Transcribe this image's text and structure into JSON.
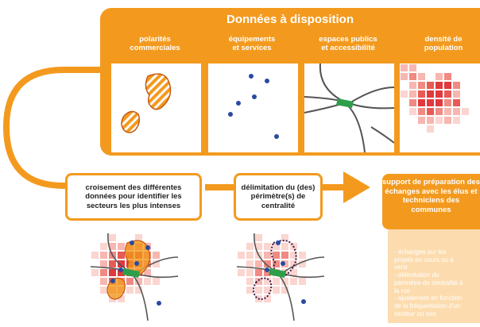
{
  "panel": {
    "title": "Données à disposition",
    "columns": [
      {
        "label_line1": "polarités",
        "label_line2": "commerciales"
      },
      {
        "label_line1": "équipements",
        "label_line2": "et services"
      },
      {
        "label_line1": "espaces publics",
        "label_line2": "et accessibilité"
      },
      {
        "label_line1": "densité de",
        "label_line2": "population"
      }
    ]
  },
  "steps": {
    "crossing": "croisement des différentes données pour identifier les secteurs les plus intenses",
    "delimitation": "délimitation du (des) périmètre(s) de centralité",
    "support": "support de préparation des échanges avec les élus et techniciens des communes"
  },
  "support_bullets": [
    "- échanges sur les",
    "projets en cours ou à",
    "venir",
    "- délimitation du",
    "périmètre de centralité à",
    "la rue",
    "- ajustement en fonction",
    "de la fréquentation d'un",
    "secteur ou non"
  ],
  "colors": {
    "orange": "#f39a1e",
    "light_orange": "#fcdcae",
    "density_dark": "#e0393e",
    "density_light": "#f7b6b0",
    "green": "#2f9e4a",
    "dot_blue": "#2a4aa0",
    "road_gray": "#555555"
  }
}
